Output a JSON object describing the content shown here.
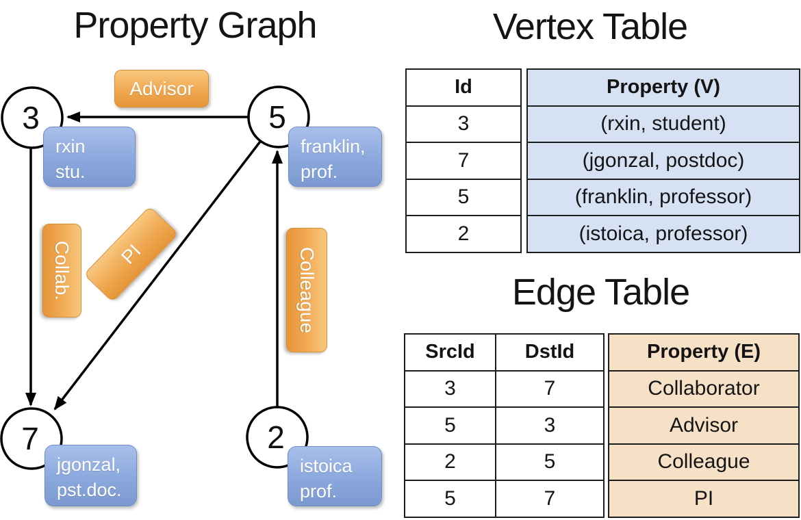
{
  "colors": {
    "orange_label_top": "#F8C77F",
    "orange_label_bottom": "#E69538",
    "blue_box_top": "#A9BFEA",
    "blue_box_bottom": "#7B99D1",
    "vertex_property_bg": "#D7E1F4",
    "edge_property_bg": "#F6E1C7",
    "line_color": "#000000",
    "text_on_labels": "#FFFFFF"
  },
  "graph": {
    "title": "Property Graph",
    "nodes": [
      {
        "id": "3",
        "lines": [
          "rxin",
          "stu."
        ]
      },
      {
        "id": "5",
        "lines": [
          "franklin,",
          "prof."
        ]
      },
      {
        "id": "7",
        "lines": [
          "jgonzal,",
          "pst.doc."
        ]
      },
      {
        "id": "2",
        "lines": [
          "istoica",
          "prof."
        ]
      }
    ],
    "edges": [
      {
        "label": "Advisor",
        "from": "5",
        "to": "3"
      },
      {
        "label": "Collab.",
        "from": "3",
        "to": "7"
      },
      {
        "label": "PI",
        "from": "5",
        "to": "7"
      },
      {
        "label": "Colleague",
        "from": "2",
        "to": "5"
      }
    ]
  },
  "vertex_table": {
    "title": "Vertex Table",
    "headers": {
      "id": "Id",
      "property": "Property (V)"
    },
    "rows": [
      {
        "id": "3",
        "property": "(rxin, student)"
      },
      {
        "id": "7",
        "property": "(jgonzal, postdoc)"
      },
      {
        "id": "5",
        "property": "(franklin, professor)"
      },
      {
        "id": "2",
        "property": "(istoica, professor)"
      }
    ]
  },
  "edge_table": {
    "title": "Edge Table",
    "headers": {
      "src": "SrcId",
      "dst": "DstId",
      "property": "Property (E)"
    },
    "rows": [
      {
        "src": "3",
        "dst": "7",
        "property": "Collaborator"
      },
      {
        "src": "5",
        "dst": "3",
        "property": "Advisor"
      },
      {
        "src": "2",
        "dst": "5",
        "property": "Colleague"
      },
      {
        "src": "5",
        "dst": "7",
        "property": "PI"
      }
    ]
  }
}
